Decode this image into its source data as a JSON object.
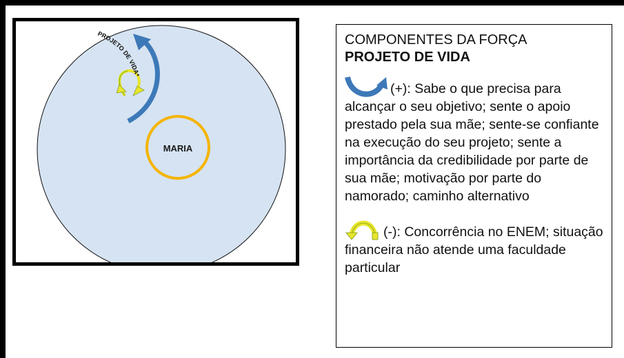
{
  "diagram": {
    "center_label": "MARIA",
    "arc_label": "PROJETO DE VIDA*",
    "colors": {
      "outer_circle_fill": "#d6e3f2",
      "outer_circle_stroke": "#111111",
      "inner_circle_stroke": "#f5b400",
      "positive_arrow": "#3d79b8",
      "negative_arrow": "#e8e52a"
    }
  },
  "legend": {
    "heading_line1": "COMPONENTES DA FORÇA",
    "heading_line2": "PROJETO DE VIDA",
    "positive": {
      "icon": "blue-curved-arrow-icon",
      "text": "(+): Sabe o que precisa para alcançar o seu objetivo; sente o apoio prestado pela sua mãe; sente-se confiante na execução do seu projeto; sente a importância da credibilidade por parte de sua mãe; motivação por parte do namorado; caminho alternativo"
    },
    "negative": {
      "icon": "yellow-curved-arrow-icon",
      "text": "(-): Concorrência no ENEM; situação financeira não atende uma faculdade particular"
    }
  }
}
